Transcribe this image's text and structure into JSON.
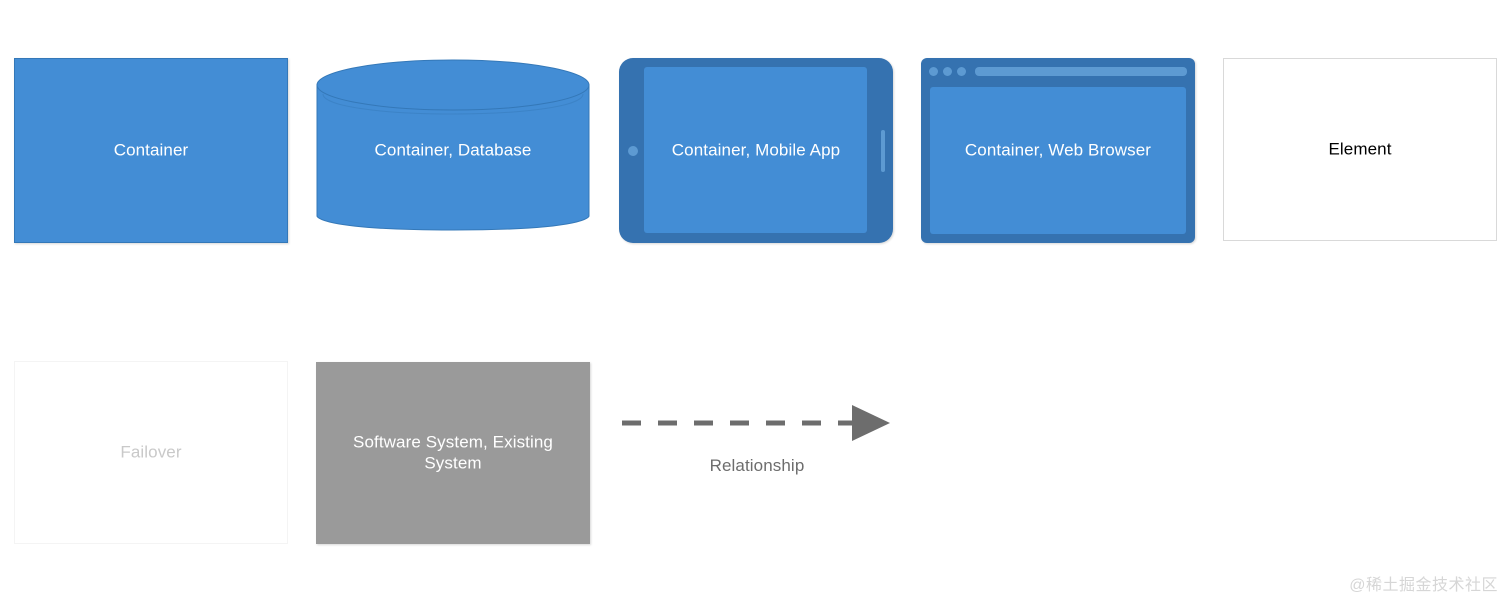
{
  "diagram": {
    "title": "C4 model diagram key",
    "background": "#ffffff",
    "colors": {
      "container_fill": "#438DD5",
      "container_border": "#3478b8",
      "device_frame": "#3572B0",
      "device_accent": "#5d9ad2",
      "existing_system_fill": "#9A9A9A",
      "element_border": "#d9d9d9",
      "failover_border": "#f4f4f4",
      "failover_text": "#c9c9c9",
      "relationship_line": "#6d6d6d",
      "text_on_fill": "#ffffff",
      "text_on_white": "#000000",
      "watermark": "#d6d6d6"
    }
  },
  "legend": {
    "row1": [
      {
        "key": "container",
        "label": "Container",
        "shape": "box"
      },
      {
        "key": "database",
        "label": "Container, Database",
        "shape": "cylinder"
      },
      {
        "key": "mobile_app",
        "label": "Container, Mobile App",
        "shape": "tablet"
      },
      {
        "key": "web_browser",
        "label": "Container, Web Browser",
        "shape": "browser-window"
      },
      {
        "key": "element",
        "label": "Element",
        "shape": "outline-box"
      }
    ],
    "row2": [
      {
        "key": "failover",
        "label": "Failover",
        "shape": "ghost-box"
      },
      {
        "key": "existing_system",
        "label": "Software System, Existing System",
        "shape": "gray-box"
      },
      {
        "key": "relationship",
        "label": "Relationship",
        "shape": "dashed-arrow"
      }
    ]
  },
  "watermark": {
    "text": "@稀土掘金技术社区"
  }
}
